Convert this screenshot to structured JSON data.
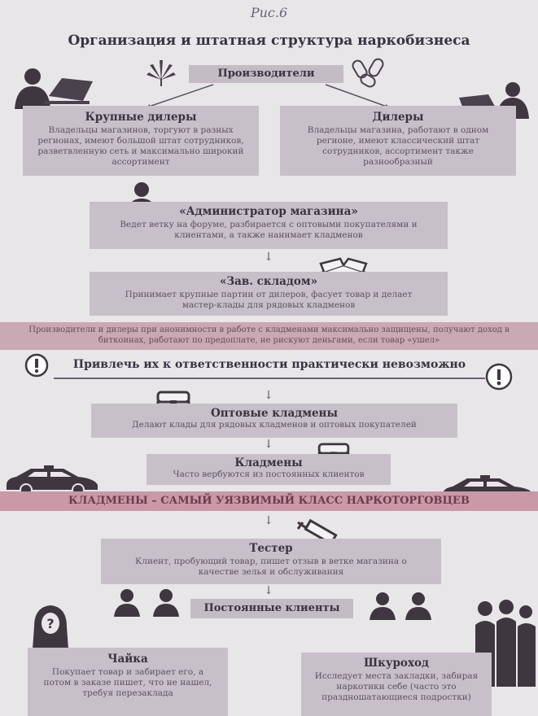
{
  "figure_label": "Рис.6",
  "title": "Организация и штатная структура наркобизнеса",
  "producers": "Производители",
  "big_dealers": {
    "title": "Крупные дилеры",
    "text": "Владельцы магазинов, торгуют в разных регионах, имеют большой штат сотрудников, разветвленную сеть и максимально широкий ассортимент"
  },
  "dealers": {
    "title": "Дилеры",
    "text": "Владельцы магазина, работают в одном регионе, имеют классический штат сотрудников, ассортимент также разнообразный"
  },
  "admin": {
    "title": "«Администратор магазина»",
    "text": "Ведет ветку на форуме, разбирается с оптовыми покупателями и клиентами, а также нанимает кладменов"
  },
  "warehouse": {
    "title": "«Зав. складом»",
    "text": "Принимает крупные партии от дилеров, фасует товар и делает мастер-клады для рядовых кладменов"
  },
  "protection_note": "Производители и дилеры при анонимности в работе с кладменами максимально защищены, получают доход в биткоинах, работают по предоплате, не рискуют деньгами, если товар «ушел»",
  "warning": "Привлечь их к ответственности практически невозможно",
  "wholesale": {
    "title": "Оптовые кладмены",
    "text": "Делают клады для рядовых кладменов и оптовых покупателей"
  },
  "couriers": {
    "title": "Кладмены",
    "text": "Часто вербуются из постоянных клиентов"
  },
  "vulnerable": "КЛАДМЕНЫ – САМЫЙ УЯЗВИМЫЙ КЛАСС НАРКОТОРГОВЦЕВ",
  "tester": {
    "title": "Тестер",
    "text": "Клиент, пробующий товар, пишет отзыв в ветке магазина о качестве зелья и обслуживания"
  },
  "regulars": "Постоянные клиенты",
  "chaika": {
    "title": "Чайка",
    "text": "Покупает товар и забирает его, а потом в заказе пишет, что не нашел, требуя перезаклада"
  },
  "shkurokhod": {
    "title": "Шкуроход",
    "text": "Исследует места закладки, забирая наркотики себе (часто это праздношатающиеся подростки)"
  },
  "colors": {
    "background": "#e9e6ea",
    "box": "#c7c0c8",
    "accent_pink": "#c89aa7",
    "text_dark": "#3a3340"
  }
}
